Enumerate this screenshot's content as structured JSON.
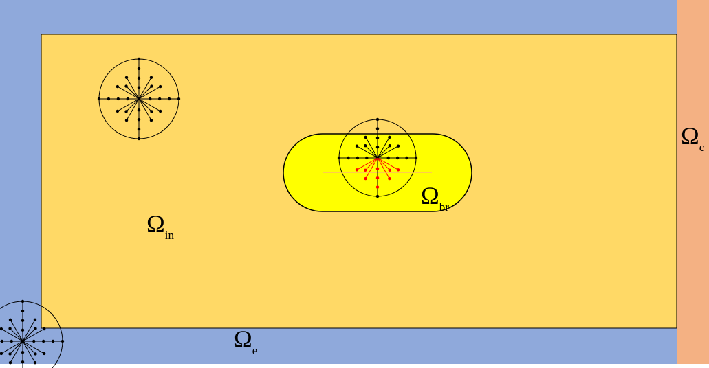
{
  "colors": {
    "exterior": "#8FA9DB",
    "interior": "#FFD966",
    "boundary_c": "#F4B183",
    "bridge": "#FFFF00",
    "outline": "#000000",
    "highlight": "#FF0000"
  },
  "labels": {
    "omega_in": {
      "main": "Ω",
      "sub": "in"
    },
    "omega_br": {
      "main": "Ω",
      "sub": "br"
    },
    "omega_e": {
      "main": "Ω",
      "sub": "e"
    },
    "omega_c": {
      "main": "Ω",
      "sub": "c"
    }
  },
  "icons": {
    "stencil": "radial-node-stencil-icon"
  }
}
